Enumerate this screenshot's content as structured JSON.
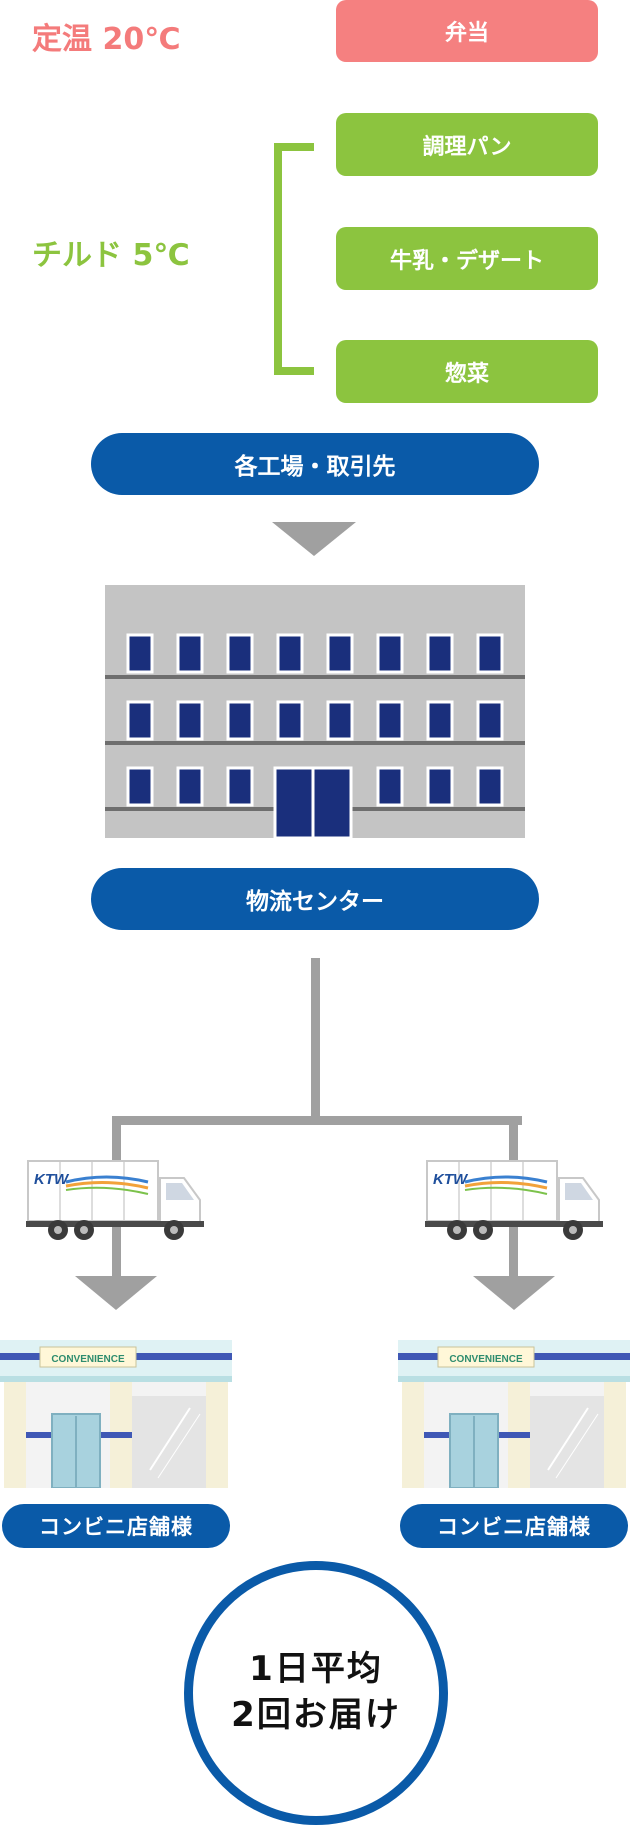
{
  "ambient": {
    "label": "定温 20℃",
    "color": "#f47b7b",
    "items": [
      "弁当"
    ]
  },
  "chilled": {
    "label": "チルド 5℃",
    "color": "#8cc43f",
    "items": [
      "調理パン",
      "牛乳・デザート",
      "惣菜"
    ]
  },
  "flow": {
    "source_label": "各工場・取引先",
    "center_label": "物流センター",
    "store_label_left": "コンビニ店舗様",
    "store_label_right": "コンビニ店舗様",
    "store_sign": "CONVENIENCE",
    "truck_logo": "KTW"
  },
  "delivery": {
    "line1": "1日平均",
    "line2": "2回お届け"
  },
  "colors": {
    "blue": "#0a5aa8",
    "arrow_gray": "#a0a0a0"
  }
}
